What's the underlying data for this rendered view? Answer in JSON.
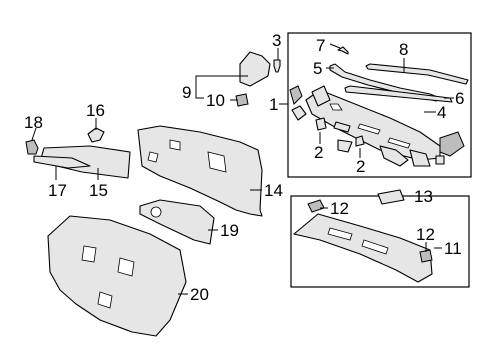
{
  "callouts": {
    "c1": "1",
    "c2a": "2",
    "c2b": "2",
    "c3": "3",
    "c4": "4",
    "c5": "5",
    "c6": "6",
    "c7": "7",
    "c8": "8",
    "c9": "9",
    "c10": "10",
    "c11": "11",
    "c12a": "12",
    "c12b": "12",
    "c13": "13",
    "c14": "14",
    "c15": "15",
    "c16": "16",
    "c17": "17",
    "c18": "18",
    "c19": "19",
    "c20": "20"
  }
}
